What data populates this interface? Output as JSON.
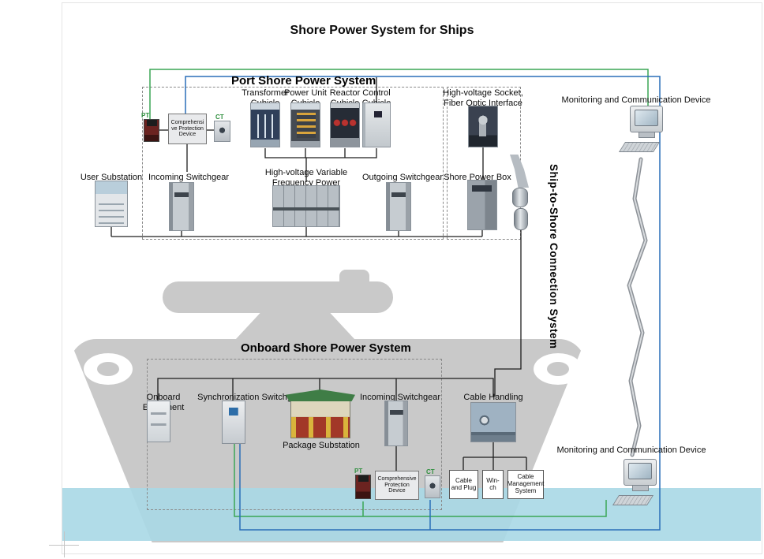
{
  "title": "Shore Power System for Ships",
  "port": {
    "label": "Port Shore Power System",
    "pt": "PT",
    "ct": "CT",
    "protection": "Comprehensive Protection Device",
    "cubicles": {
      "transformer": "Transformer Cubicle",
      "power_unit": "Power Unit Cubicle",
      "reactor": "Reactor Cubicle",
      "control": "Control Cubicle"
    },
    "hv_socket": "High-voltage Socket, Fiber Optic Interface",
    "user_substation": "User Substation",
    "incoming_switchgear": "Incoming Switchgear",
    "vfps": "High-voltage Variable Frequency Power Supply",
    "outgoing_switchgear": "Outgoing Switchgear",
    "shore_power_box": "Shore Power Box"
  },
  "ship_to_shore": "Ship-to-Shore Connection System",
  "monitoring_top": "Monitoring and Communication Device",
  "monitoring_bottom": "Monitoring and Communication Device",
  "onboard": {
    "label": "Onboard Shore Power System",
    "onboard_equipment": "Onboard Equipment",
    "sync_switchgear": "Synchronization Switchgear",
    "package_substation": "Package Substation",
    "incoming_switchgear": "Incoming Switchgear",
    "cable_handling": "Cable Handling Device",
    "pt": "PT",
    "ct": "CT",
    "protection": "Comprehensive Protection Device",
    "cable_plug": "Cable and Plug",
    "winch": "Win-ch",
    "cable_mgmt": "Cable Management System"
  },
  "colors": {
    "wire_green": "#3aa655",
    "wire_blue": "#2a6fb8",
    "wire_black": "#1d1d1d",
    "cable_gray": "#8d9298",
    "cable_core": "#d8dbde",
    "ship_gray": "#c9c9c9",
    "water_blue": "#a8d8e5"
  }
}
